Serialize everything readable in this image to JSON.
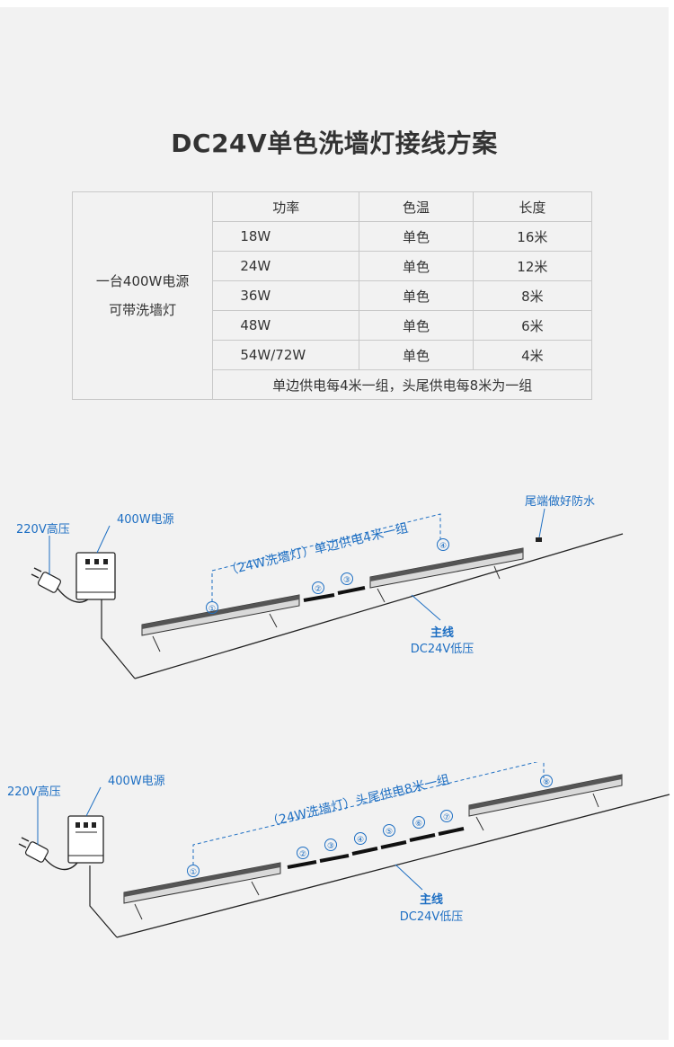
{
  "title": "DC24V单色洗墙灯接线方案",
  "spec_table": {
    "left_cell": [
      "一台400W电源",
      "可带洗墙灯"
    ],
    "headers": [
      "功率",
      "色温",
      "长度"
    ],
    "rows": [
      [
        "18W",
        "单色",
        "16米"
      ],
      [
        "24W",
        "单色",
        "12米"
      ],
      [
        "36W",
        "单色",
        "8米"
      ],
      [
        "48W",
        "单色",
        "6米"
      ],
      [
        "54W/72W",
        "单色",
        "4米"
      ]
    ],
    "footer": "单边供电每4米一组，头尾供电每8米为一组"
  },
  "diagram_1": {
    "ac_label": "220V高压",
    "psu_label": "400W电源",
    "waterproof_label": "尾端做好防水",
    "group_label": "（24W洗墙灯）单边供电4米一组",
    "markers": [
      "①",
      "②",
      "③",
      "④"
    ],
    "mainline_label": "主线",
    "mainline_voltage": "DC24V低压"
  },
  "diagram_2": {
    "ac_label": "220V高压",
    "psu_label": "400W电源",
    "group_label": "（24W洗墙灯）头尾供电8米一组",
    "markers": [
      "①",
      "②",
      "③",
      "④",
      "⑤",
      "⑥",
      "⑦",
      "⑧"
    ],
    "mainline_label": "主线",
    "mainline_voltage": "DC24V低压"
  },
  "colors": {
    "accent": "#1e6fc3",
    "text": "#333333",
    "line": "#222222",
    "bar": "#d9d9d9"
  }
}
